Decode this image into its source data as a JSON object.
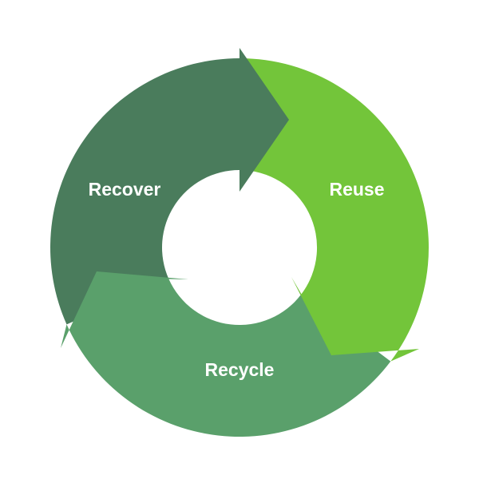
{
  "diagram": {
    "type": "cycle",
    "stages": [
      {
        "label": "Recover",
        "color": "#4a7c5c"
      },
      {
        "label": "Reuse",
        "color": "#73c53a"
      },
      {
        "label": "Recycle",
        "color": "#5aa06b"
      }
    ]
  }
}
